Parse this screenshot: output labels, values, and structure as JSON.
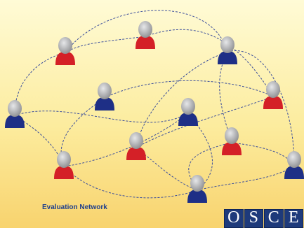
{
  "caption": "Evaluation Network",
  "logo": {
    "letters": [
      "O",
      "S",
      "C",
      "E"
    ],
    "color": "#1e3a7b"
  },
  "people": [
    {
      "id": "p1",
      "color": "red"
    },
    {
      "id": "p2",
      "color": "red"
    },
    {
      "id": "p3",
      "color": "blue"
    },
    {
      "id": "p4",
      "color": "blue"
    },
    {
      "id": "p5",
      "color": "red"
    },
    {
      "id": "p6",
      "color": "blue"
    },
    {
      "id": "p7",
      "color": "blue"
    },
    {
      "id": "p8",
      "color": "red"
    },
    {
      "id": "p9",
      "color": "red"
    },
    {
      "id": "p10",
      "color": "red"
    },
    {
      "id": "p11",
      "color": "blue"
    },
    {
      "id": "p12",
      "color": "blue"
    }
  ],
  "colors": {
    "red": "#d42027",
    "blue": "#1e2f86",
    "head": "#a9aaac",
    "line": "#3c4f9c"
  }
}
